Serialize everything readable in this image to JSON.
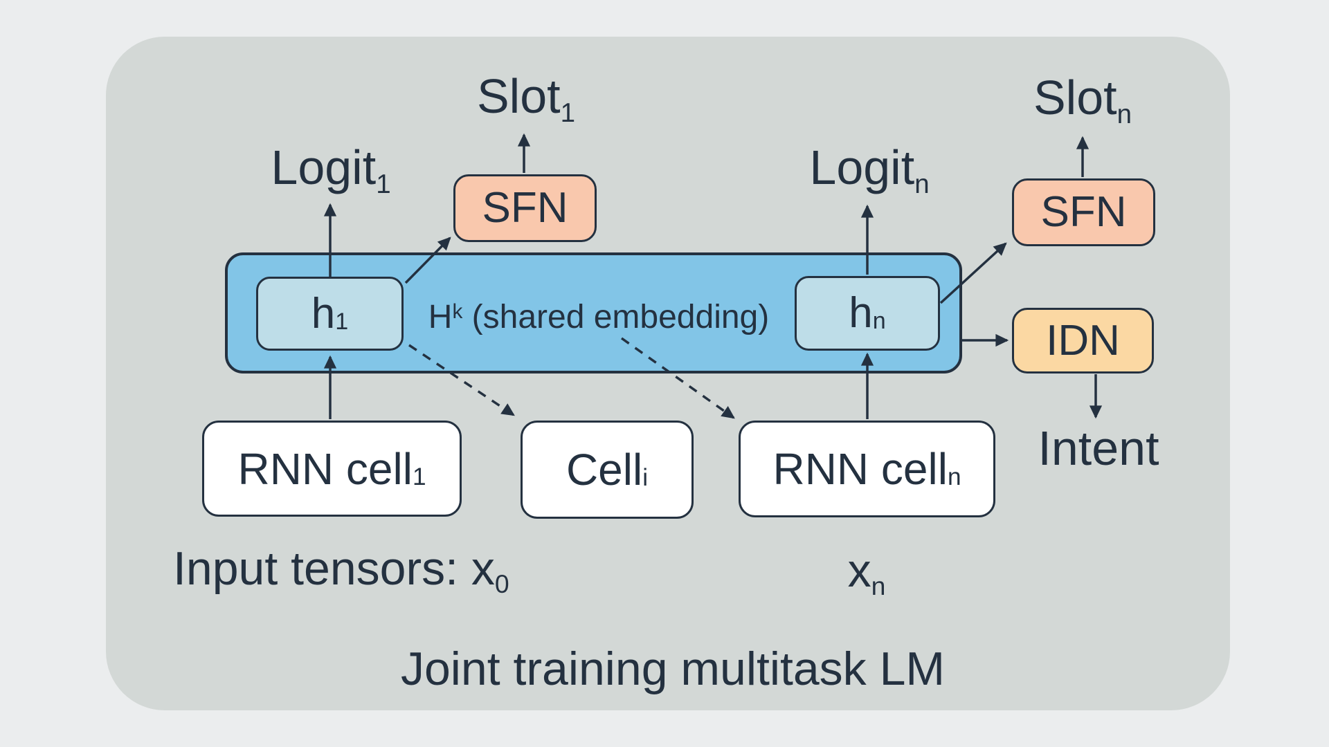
{
  "title": "Joint training multitask LM",
  "colors": {
    "page_background": "#ebedee",
    "panel_background": "#d3d8d6",
    "shared_bar_fill": "#82c5e7",
    "hidden_state_fill": "#bedde8",
    "sfn_fill": "#f9c8ad",
    "idn_fill": "#fbd8a3",
    "cell_fill": "#ffffff",
    "ink": "#243140"
  },
  "shared_embedding_bar": {
    "label": {
      "base": "H",
      "sup": "k",
      "rest": " (shared embedding)"
    }
  },
  "hidden_states": {
    "h1": {
      "base": "h",
      "sub": "1"
    },
    "hn": {
      "base": "h",
      "sub": "n"
    }
  },
  "task_networks": {
    "sfn1": "SFN",
    "sfn_n": "SFN",
    "idn": "IDN"
  },
  "cells": {
    "rnn1": {
      "base": "RNN cell",
      "sub": "1"
    },
    "cell_i": {
      "base": "Cell",
      "sub": "i"
    },
    "rnn_n": {
      "base": "RNN cell",
      "sub": "n"
    }
  },
  "outputs": {
    "logit1": {
      "base": "Logit",
      "sub": "1"
    },
    "slot1": {
      "base": "Slot",
      "sub": "1"
    },
    "logit_n": {
      "base": "Logit",
      "sub": "n"
    },
    "slot_n": {
      "base": "Slot",
      "sub": "n"
    },
    "intent": "Intent"
  },
  "inputs": {
    "input_tensors": {
      "base": "Input tensors: x",
      "sub": "0"
    },
    "x_n": {
      "base": "x",
      "sub": "n"
    }
  }
}
